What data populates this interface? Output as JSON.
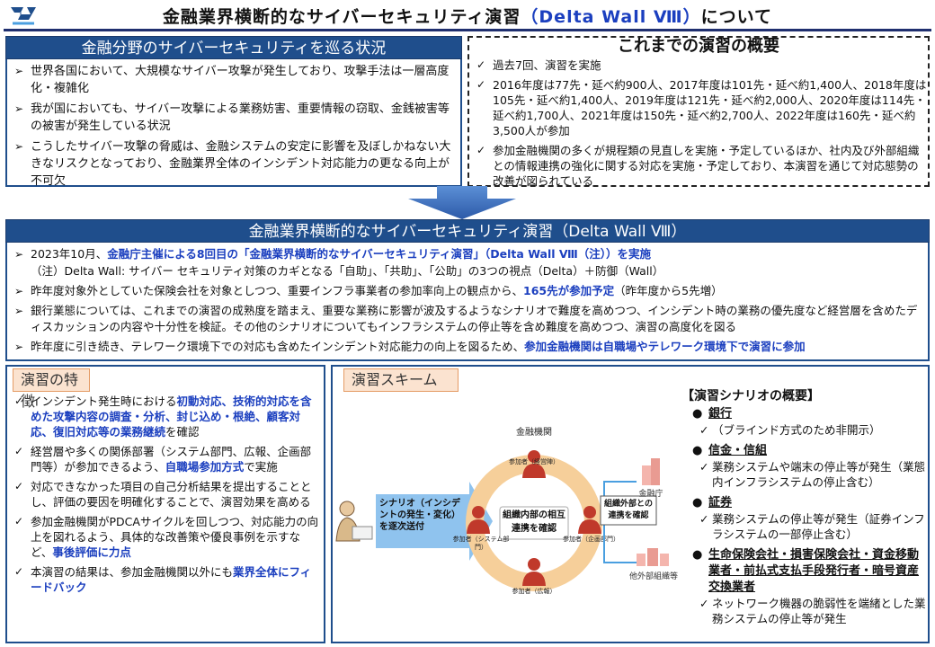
{
  "title": {
    "prefix": "金融業界横断的なサイバーセキュリティ演習",
    "accent": "（Delta Wall Ⅷ）",
    "suffix": "について"
  },
  "status": {
    "header": "金融分野のサイバーセキュリティを巡る状況",
    "items": [
      "世界各国において、大規模なサイバー攻撃が発生しており、攻撃手法は一層高度化・複雑化",
      "我が国においても、サイバー攻撃による業務妨害、重要情報の窃取、金銭被害等の被害が発生している状況",
      "こうしたサイバー攻撃の脅威は、金融システムの安定に影響を及ぼしかねない大きなリスクとなっており、金融業界全体のインシデント対応能力の更なる向上が不可欠"
    ]
  },
  "history": {
    "header": "これまでの演習の概要",
    "items": [
      "過去7回、演習を実施",
      "2016年度は77先・延べ約900人、2017年度は101先・延べ約1,400人、2018年度は105先・延べ約1,400人、2019年度は121先・延べ約2,000人、2020年度は114先・延べ約1,700人、2021年度は150先・延べ約2,700人、2022年度は160先・延べ約3,500人が参加",
      "参加金融機関の多くが規程類の見直しを実施・予定しているほか、社内及び外部組織との情報連携の強化に関する対応を実施・予定しており、本演習を通じて対応態勢の改善が図られている"
    ]
  },
  "main": {
    "header": "金融業界横断的なサイバーセキュリティ演習（Delta Wall Ⅷ）",
    "item1_pre": "2023年10月、",
    "item1_hl": "金融庁主催による8回目の「金融業界横断的なサイバーセキュリティ演習」（Delta Wall Ⅷ（注））を実施",
    "note": "（注）Delta Wall: サイバー セキュリティ対策のカギとなる「自助」、「共助」、「公助」の3つの視点（Delta）＋防御（Wall）",
    "item2_pre": "昨年度対象外としていた保険会社を対象としつつ、重要インフラ事業者の参加率向上の観点から、",
    "item2_hl": "165先が参加予定",
    "item2_post": "（昨年度から5先増）",
    "item3": "銀行業態については、これまでの演習の成熟度を踏まえ、重要な業務に影響が波及するようなシナリオで難度を高めつつ、インシデント時の業務の優先度など経営層を含めたディスカッションの内容や十分性を検証。その他のシナリオについてもインフラシステムの停止等を含め難度を高めつつ、演習の高度化を図る",
    "item4_pre": "昨年度に引き続き、テレワーク環境下での対応も含めたインシデント対応能力の向上を図るため、",
    "item4_hl": "参加金融機関は自職場やテレワーク環境下で演習に参加"
  },
  "features": {
    "tab": "演習の特徴",
    "item1_pre": "インシデント発生時における",
    "item1_hl": "初動対応、技術的対応を含めた攻撃内容の調査・分析、封じ込め・根絶、顧客対応、復旧対応等の業務継続",
    "item1_post": "を確認",
    "item2_pre": "経営層や多くの関係部署（システム部門、広報、企画部門等）が参加できるよう、",
    "item2_hl": "自職場参加方式",
    "item2_post": "で実施",
    "item3": "対応できなかった項目の自己分析結果を提出することとし、評価の要因を明確化することで、演習効果を高める",
    "item4_pre": "参加金融機関がPDCAサイクルを回しつつ、対応能力の向上を図れるよう、具体的な改善策や優良事例を示すなど、",
    "item4_hl": "事後評価に力点",
    "item5_pre": "本演習の結果は、参加金融機関以外にも",
    "item5_hl": "業界全体にフィードバック"
  },
  "scheme": {
    "tab": "演習スキーム",
    "diagram": {
      "scenario_arrow": "シナリオ（インシデントの発生・変化）を逐次送付",
      "institution_label": "金融機関",
      "center": "組織内部の相互連携を確認",
      "p_top": "参加者（経営陣）",
      "p_left": "参加者（システム部門）",
      "p_right": "参加者（企画部門）",
      "p_bottom": "参加者（広報）",
      "external": "組織外部との連携を確認",
      "fsa": "金融庁",
      "others": "他外部組織等"
    },
    "scenario": {
      "header": "【演習シナリオの概要】",
      "bank_title": "銀行",
      "bank_desc": "（ブラインド方式のため非開示）",
      "shinkin_title": "信金・信組",
      "shinkin_desc": "業務システムや端末の停止等が発生（業態内インフラシステムの停止含む）",
      "sec_title": "証券",
      "sec_desc": "業務システムの停止等が発生（証券インフラシステムの一部停止含む）",
      "ins_title": "生命保険会社・損害保険会社・資金移動業者・前払式支払手段発行者・暗号資産交換業者",
      "ins_desc": "ネットワーク機器の脆弱性を端緒とした業務システムの停止等が発生"
    }
  },
  "colors": {
    "navy": "#1f4e8c",
    "accent_blue": "#1b3fbf",
    "person_red": "#c0392b",
    "ring": "#f6cf9a",
    "arrow_blue": "#4a9fe0"
  }
}
